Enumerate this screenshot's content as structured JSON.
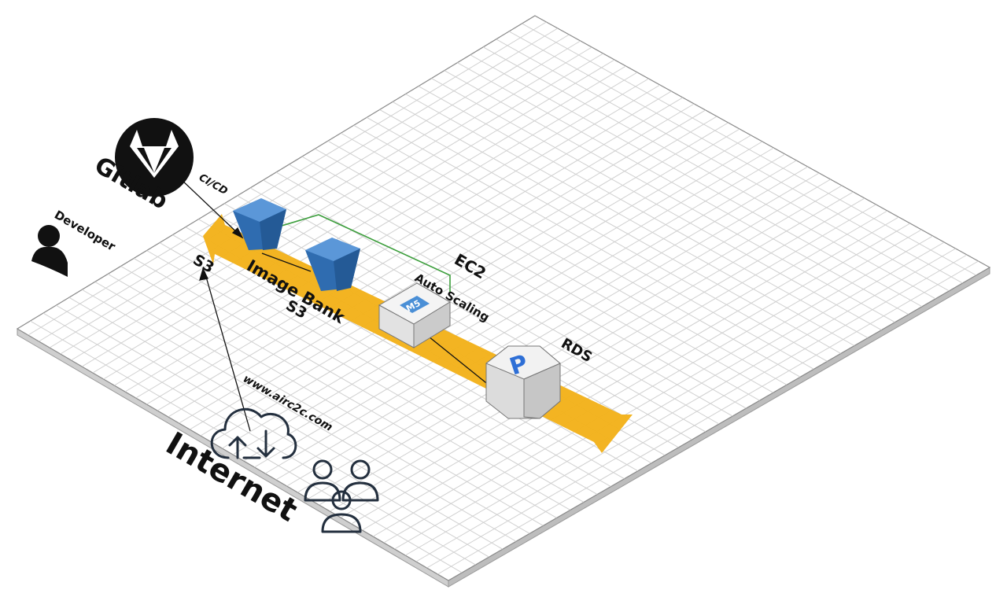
{
  "labels": {
    "gitlab": "Gitlab",
    "developer": "Developer",
    "cicd": "CI/CD",
    "s3_left": "S3",
    "image_bank": "Image Bank",
    "image_bank_s3": "S3",
    "ec2": "EC2",
    "auto_scaling": "Auto Scaling",
    "instance_type": "M5",
    "rds": "RDS",
    "rds_glyph": "P",
    "domain": "www.airc2c.com",
    "internet": "Internet"
  },
  "icons": {
    "gitlab": "gitlab-logo-icon",
    "developer": "user-icon",
    "bucket": "s3-bucket-icon",
    "ec2": "ec2-instance-icon",
    "rds": "rds-postgres-icon",
    "cloud": "cloud-upload-download-icon",
    "users": "users-group-icon"
  },
  "colors": {
    "vpc_band": "#F3B21B",
    "bucket": "#2F6CB0",
    "ec2_badge": "#4A8FD6",
    "rds_badge": "#2E6FD6",
    "auto_scaling_group": "#3C9E3C",
    "icon_stroke": "#232F3E"
  }
}
